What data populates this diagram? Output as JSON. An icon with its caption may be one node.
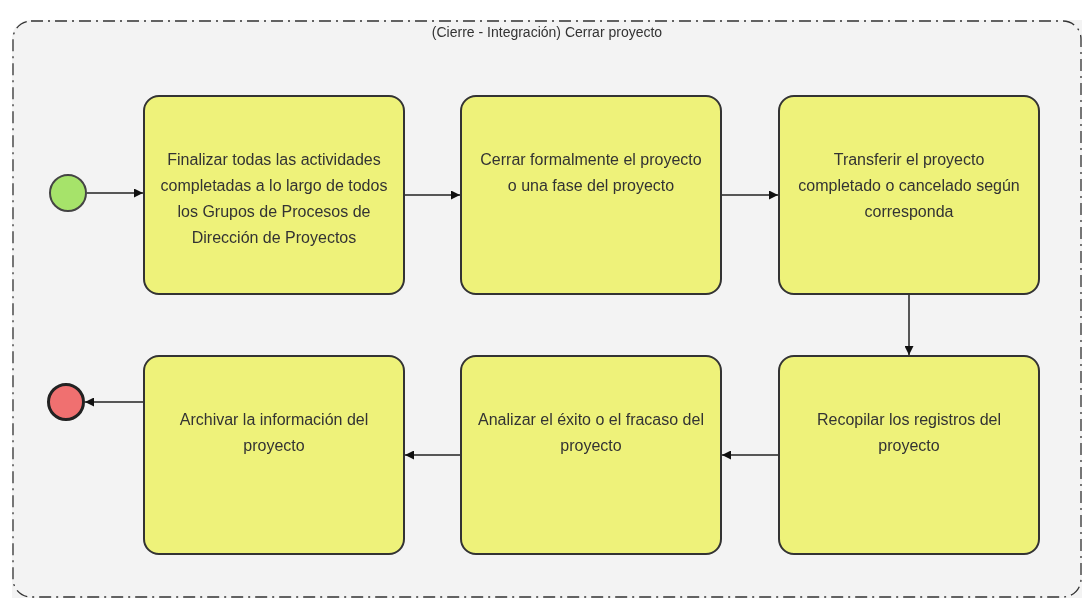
{
  "diagram": {
    "nodes": [
      {
        "text": [
          "(Cierre - Integración) Cerrar proyecto"
        ]
      },
      {
        "text": [],
        "shape": "circle",
        "in": 0
      },
      {
        "text": [
          "Finalizar todas las actividades completadas a lo largo de todos los Grupos de Procesos de Dirección de Proyectos"
        ],
        "in": 0
      },
      {
        "text": [
          "Cerrar formalmente el proyecto o una fase del proyecto"
        ],
        "in": 0
      },
      {
        "text": [
          "Transferir el proyecto completado o cancelado según corresponda"
        ],
        "in": 0
      },
      {
        "text": [],
        "shape": "circle",
        "in": 0
      },
      {
        "text": [
          "Archivar la información del proyecto"
        ],
        "in": 0
      },
      {
        "text": [
          "Analizar el éxito o el fracaso del proyecto"
        ],
        "in": 0
      },
      {
        "text": [
          "Recopilar los registros del proyecto"
        ],
        "in": 0
      }
    ],
    "edges": [
      {
        "from": 1,
        "to": 2,
        "arrow": "to"
      },
      {
        "from": 2,
        "to": 3,
        "arrow": "to"
      },
      {
        "from": 3,
        "to": 4,
        "arrow": "to"
      },
      {
        "from": 4,
        "to": 8,
        "arrow": "to"
      },
      {
        "from": 8,
        "to": 7,
        "arrow": "to"
      },
      {
        "from": 7,
        "to": 6,
        "arrow": "to"
      },
      {
        "from": 6,
        "to": 5,
        "arrow": "to"
      }
    ]
  }
}
